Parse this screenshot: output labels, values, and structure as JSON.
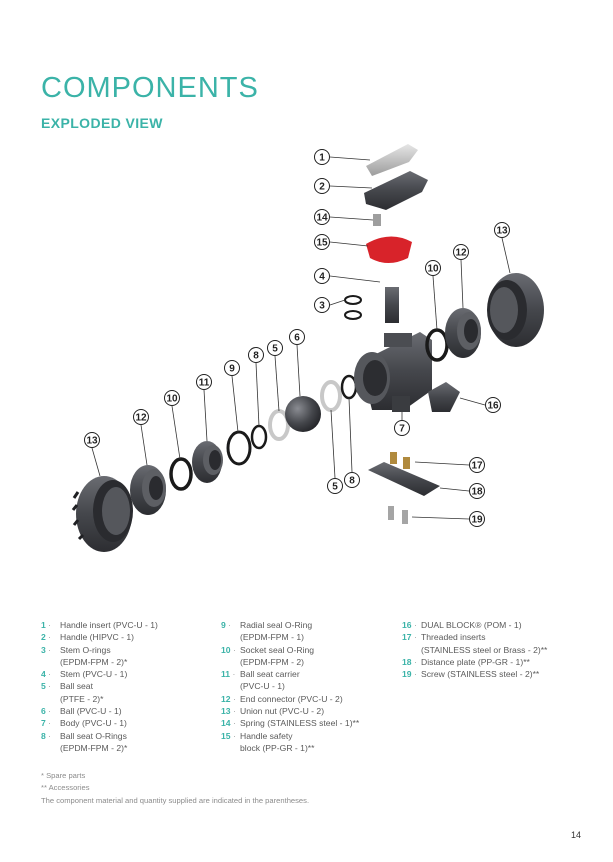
{
  "header": {
    "title": "COMPONENTS",
    "subtitle": "EXPLODED VIEW"
  },
  "colors": {
    "accent": "#3bb3a8",
    "body_part": "#3d3f44",
    "safety_block": "#d8232a",
    "handle_insert": "#c9c9c9"
  },
  "diagram": {
    "callouts": [
      "1",
      "2",
      "14",
      "15",
      "4",
      "3",
      "10",
      "12",
      "13",
      "6",
      "5",
      "8",
      "9",
      "11",
      "10",
      "12",
      "13",
      "7",
      "16",
      "5",
      "8",
      "17",
      "18",
      "19"
    ]
  },
  "legend": {
    "col1": [
      {
        "num": "1",
        "text": "Handle insert (PVC-U - 1)"
      },
      {
        "num": "2",
        "text": "Handle (HIPVC - 1)"
      },
      {
        "num": "3",
        "text": "Stem O-rings\n(EPDM-FPM - 2)*"
      },
      {
        "num": "4",
        "text": "Stem (PVC-U - 1)"
      },
      {
        "num": "5",
        "text": "Ball seat\n(PTFE - 2)*"
      },
      {
        "num": "6",
        "text": "Ball (PVC-U - 1)"
      },
      {
        "num": "7",
        "text": "Body (PVC-U - 1)"
      },
      {
        "num": "8",
        "text": "Ball seat O-Rings\n(EPDM-FPM - 2)*"
      }
    ],
    "col2": [
      {
        "num": "9",
        "text": "Radial seal O-Ring\n(EPDM-FPM - 1)"
      },
      {
        "num": "10",
        "text": "Socket seal O-Ring\n(EPDM-FPM - 2)"
      },
      {
        "num": "11",
        "text": "Ball seat carrier\n(PVC-U - 1)"
      },
      {
        "num": "12",
        "text": "End connector (PVC-U - 2)"
      },
      {
        "num": "13",
        "text": "Union nut (PVC-U - 2)"
      },
      {
        "num": "14",
        "text": "Spring (STAINLESS steel - 1)**"
      },
      {
        "num": "15",
        "text": "Handle safety\nblock (PP-GR - 1)**"
      }
    ],
    "col3": [
      {
        "num": "16",
        "text": "DUAL BLOCK® (POM - 1)"
      },
      {
        "num": "17",
        "text": "Threaded inserts\n(STAINLESS steel or Brass - 2)**"
      },
      {
        "num": "18",
        "text": "Distance plate (PP-GR - 1)**"
      },
      {
        "num": "19",
        "text": "Screw (STAINLESS steel - 2)**"
      }
    ],
    "separator": "·"
  },
  "footnotes": {
    "spare": "* Spare parts",
    "accessories": "** Accessories",
    "note": "The component material and quantity supplied are indicated in the parentheses."
  },
  "page_number": "14"
}
